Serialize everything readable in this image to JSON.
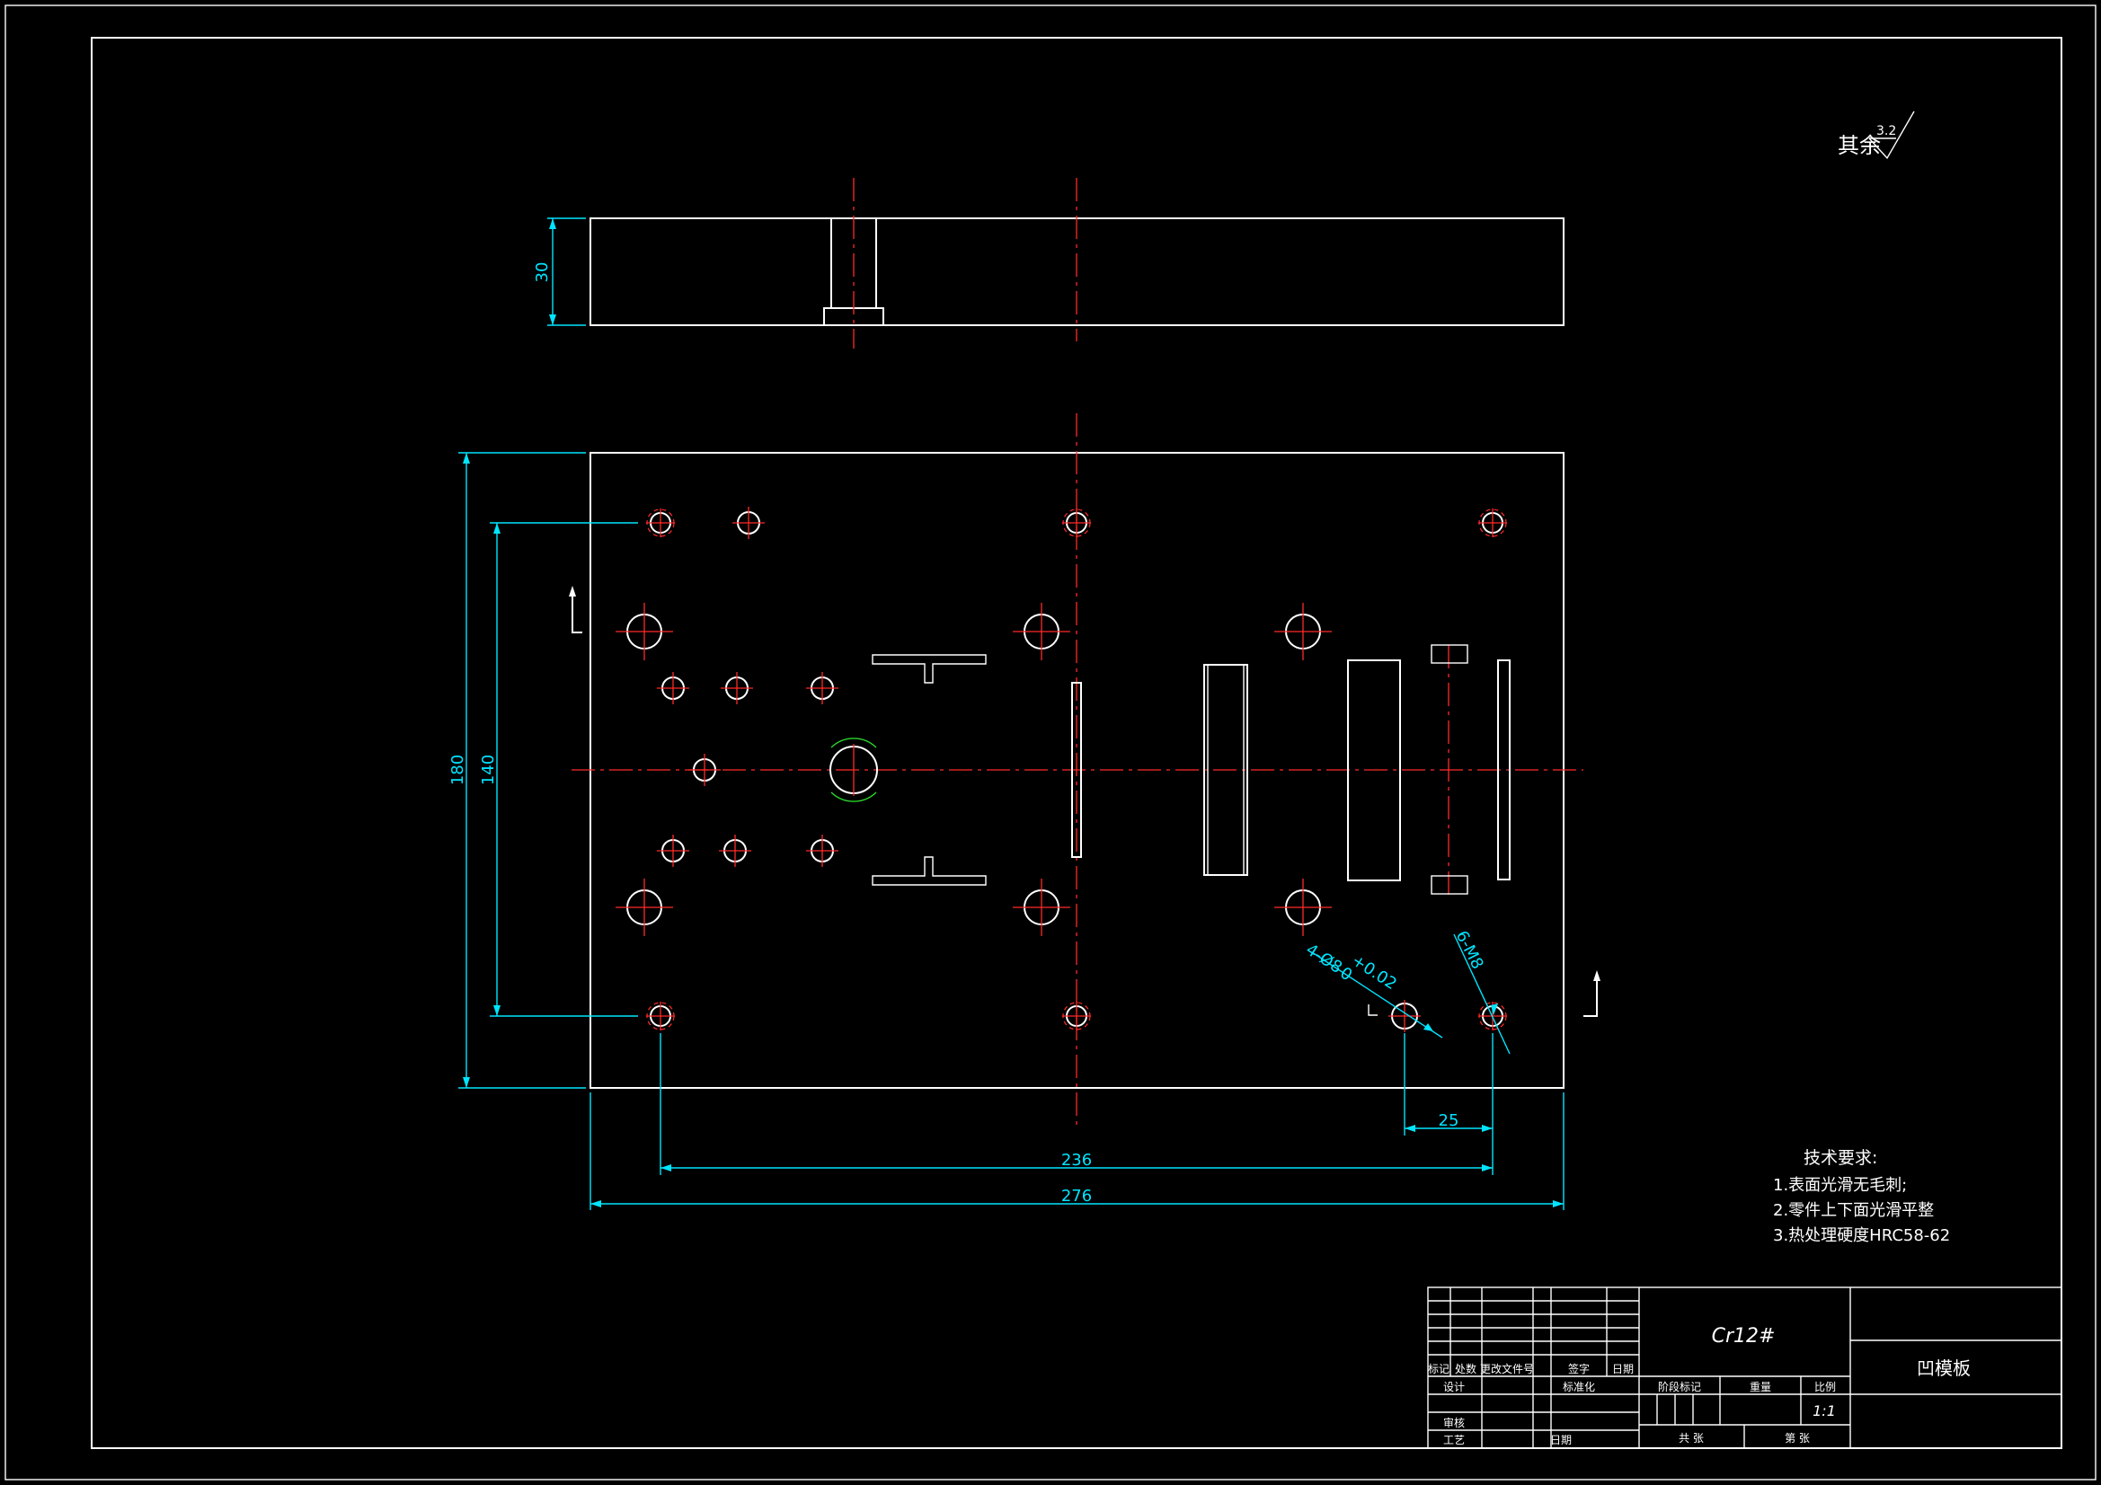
{
  "colors": {
    "background": "#000000",
    "outline": "#ffffff",
    "dimension": "#00e5ff",
    "centerline": "#ff2a2a"
  },
  "roughness": {
    "label": "其余",
    "value": "3.2"
  },
  "dimensions": {
    "height_side": "30",
    "height_total": "180",
    "height_holes": "140",
    "width_holes": "236",
    "width_total": "276",
    "spacing": "25",
    "callout_pins": "4-Ø8",
    "callout_pins_tol_upper": "+0.02",
    "callout_pins_tol_lower": "0",
    "callout_threads": "6-M8"
  },
  "tech_requirements": {
    "title": "技术要求:",
    "items": [
      "1.表面光滑无毛刺;",
      "2.零件上下面光滑平整",
      "3.热处理硬度HRC58-62"
    ]
  },
  "title_block": {
    "material": "Cr12#",
    "part_name": "凹模板",
    "scale": "1:1",
    "header_labels": [
      "标记",
      "处数",
      "更改文件号",
      "签字",
      "日期"
    ],
    "row_labels": [
      "设计",
      "审核",
      "工艺"
    ],
    "standardization": "标准化",
    "date": "日期",
    "stage_label": "阶段标记",
    "weight_label": "重量",
    "ratio_label": "比例",
    "sheets_total": "共 张",
    "sheet_no": "第 张"
  }
}
